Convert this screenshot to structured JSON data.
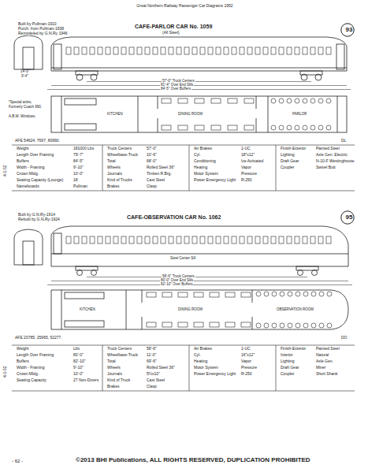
{
  "diagram": {
    "title": "Great Northern Railway   Passenger Car Diagrams 1952",
    "nodes": [
      {
        "text": [
          "93"
        ]
      },
      {
        "text": [
          "95"
        ]
      }
    ],
    "labels": [
      "Built by Pullman-1910",
      "Purch. from Pullman-1938",
      "Remodeled by G.N.Ry 1946",
      "CAFE-PARLOR CAR No. 1059",
      "(All Steel)",
      "14'-0\"",
      "9'-4\"",
      "57'-0\" Truck Centers",
      "81'-4\" Over End Sills",
      "84'-5\" Over Buffers",
      "*Special axles,",
      "Formerly Coach 990.",
      "A.B.W. Windows.",
      "KITCHEN",
      "DINING ROOM",
      "PARLOR",
      "AFE 54624, 7697, 80990.",
      "DL",
      "4-1-52",
      "Weight",
      "181000 Lbs",
      "Length Over Framing",
      "79'-7\"",
      "Buffers",
      "84'-5\"",
      "Width - Framing",
      "9'-10\"",
      "Crown Mldg.",
      "10'-0\"",
      "Seating Capacity (Lounge)",
      "18",
      "Nameboards",
      "Pullman",
      "Truck Centers",
      "57'-0\"",
      "Wheelbase-Truck",
      "10'-6\"",
      "Total",
      "68'-0\"",
      "Wheels",
      "Rolled Steel 36\"",
      "Journals",
      "Timken R.Brg.",
      "Kind of Trucks",
      "Cast Steel",
      "Brakes",
      "Clasp",
      "Air Brakes",
      "1-UC",
      "Cyl.",
      "18\"x12\"",
      "Conditioning",
      "Ice Activated",
      "Heating",
      "Vapor",
      "Motor System",
      "Pressure",
      "Power Emergency Light",
      "R-250",
      "Finish-Exterior",
      "Painted Steel",
      "Lighting",
      "Axle Gen. Electric",
      "Draft Gear",
      "N-10-F Westinghouse",
      "Coupler",
      "Swivel Butt",
      "Built by G.N.Ry-1914",
      "Rebuilt by G.N.Ry-1924",
      "CAFE-OBSERVATION CAR No. 1062",
      "Steel Center Sill",
      "58'-6\" Truck Centers",
      "80'-0\" Over End Sills",
      "82'-10\" Over Buffers",
      "KITCHEN",
      "DINING ROOM",
      "OBSERVATION ROOM",
      "AFE 20785, 25965, 52277.",
      "DO",
      "4-1-52",
      "Weight",
      "Lbs",
      "Length Over Framing",
      "80'-0\"",
      "Buffers",
      "82'-10\"",
      "Width - Framing",
      "9'-10\"",
      "Crown Mldg.",
      "10'-0\"",
      "Seating Capacity",
      "27 Non-Diners",
      "Truck Centers",
      "58'-6\"",
      "Wheelbase-Truck",
      "11'-0\"",
      "Total",
      "69'-6\"",
      "Wheels",
      "Rolled Steel 36\"",
      "Journals",
      "5½x10\"",
      "Kind of Truck",
      "Cast Steel",
      "Brakes",
      "Clasp",
      "Air Brakes",
      "1-UC",
      "Cyl.",
      "16\"x12\"",
      "Heating",
      "Vapor",
      "Motor System",
      "Pressure",
      "Power Emergency Light",
      "R-250",
      "Finish-Exterior",
      "Painted Steel",
      "Interior",
      "Natural",
      "Lighting",
      "Axle Gen.",
      "Draft Gear",
      "Miner",
      "Coupler",
      "Short Shank",
      "- 62 -",
      "©2013 BHI Publications, ALL RIGHTS RESERVED, DUPLICATION PROHIBITED"
    ]
  }
}
